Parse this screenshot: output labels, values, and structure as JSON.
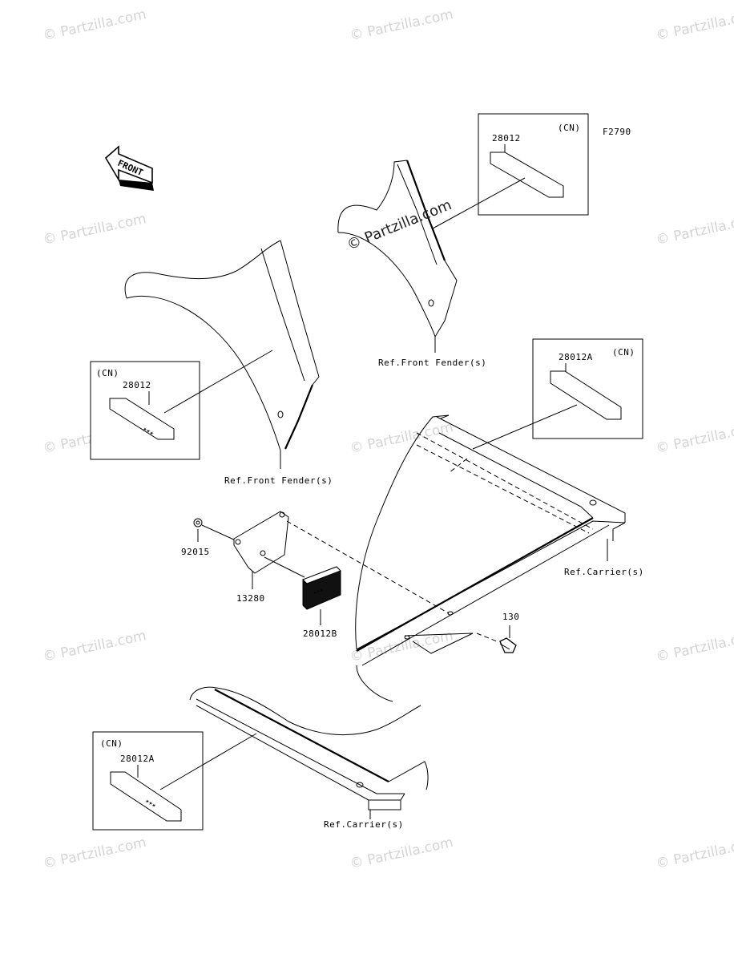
{
  "diagram_code": "F2790",
  "front_label": "FRONT",
  "watermark_text": "© Partzilla.com",
  "center_watermark_text": "© Partzilla.com",
  "callouts": {
    "box1": {
      "region": "(CN)",
      "part": "28012"
    },
    "box2": {
      "region": "(CN)",
      "part": "28012"
    },
    "box3": {
      "region": "(CN)",
      "part": "28012A"
    },
    "box4": {
      "region": "(CN)",
      "part": "28012A"
    }
  },
  "parts": {
    "p92015": "92015",
    "p13280": "13280",
    "p28012B": "28012B",
    "p130": "130"
  },
  "refs": {
    "fender_top": "Ref.Front Fender(s)",
    "fender_left": "Ref.Front Fender(s)",
    "carrier_right": "Ref.Carrier(s)",
    "carrier_bottom": "Ref.Carrier(s)"
  }
}
